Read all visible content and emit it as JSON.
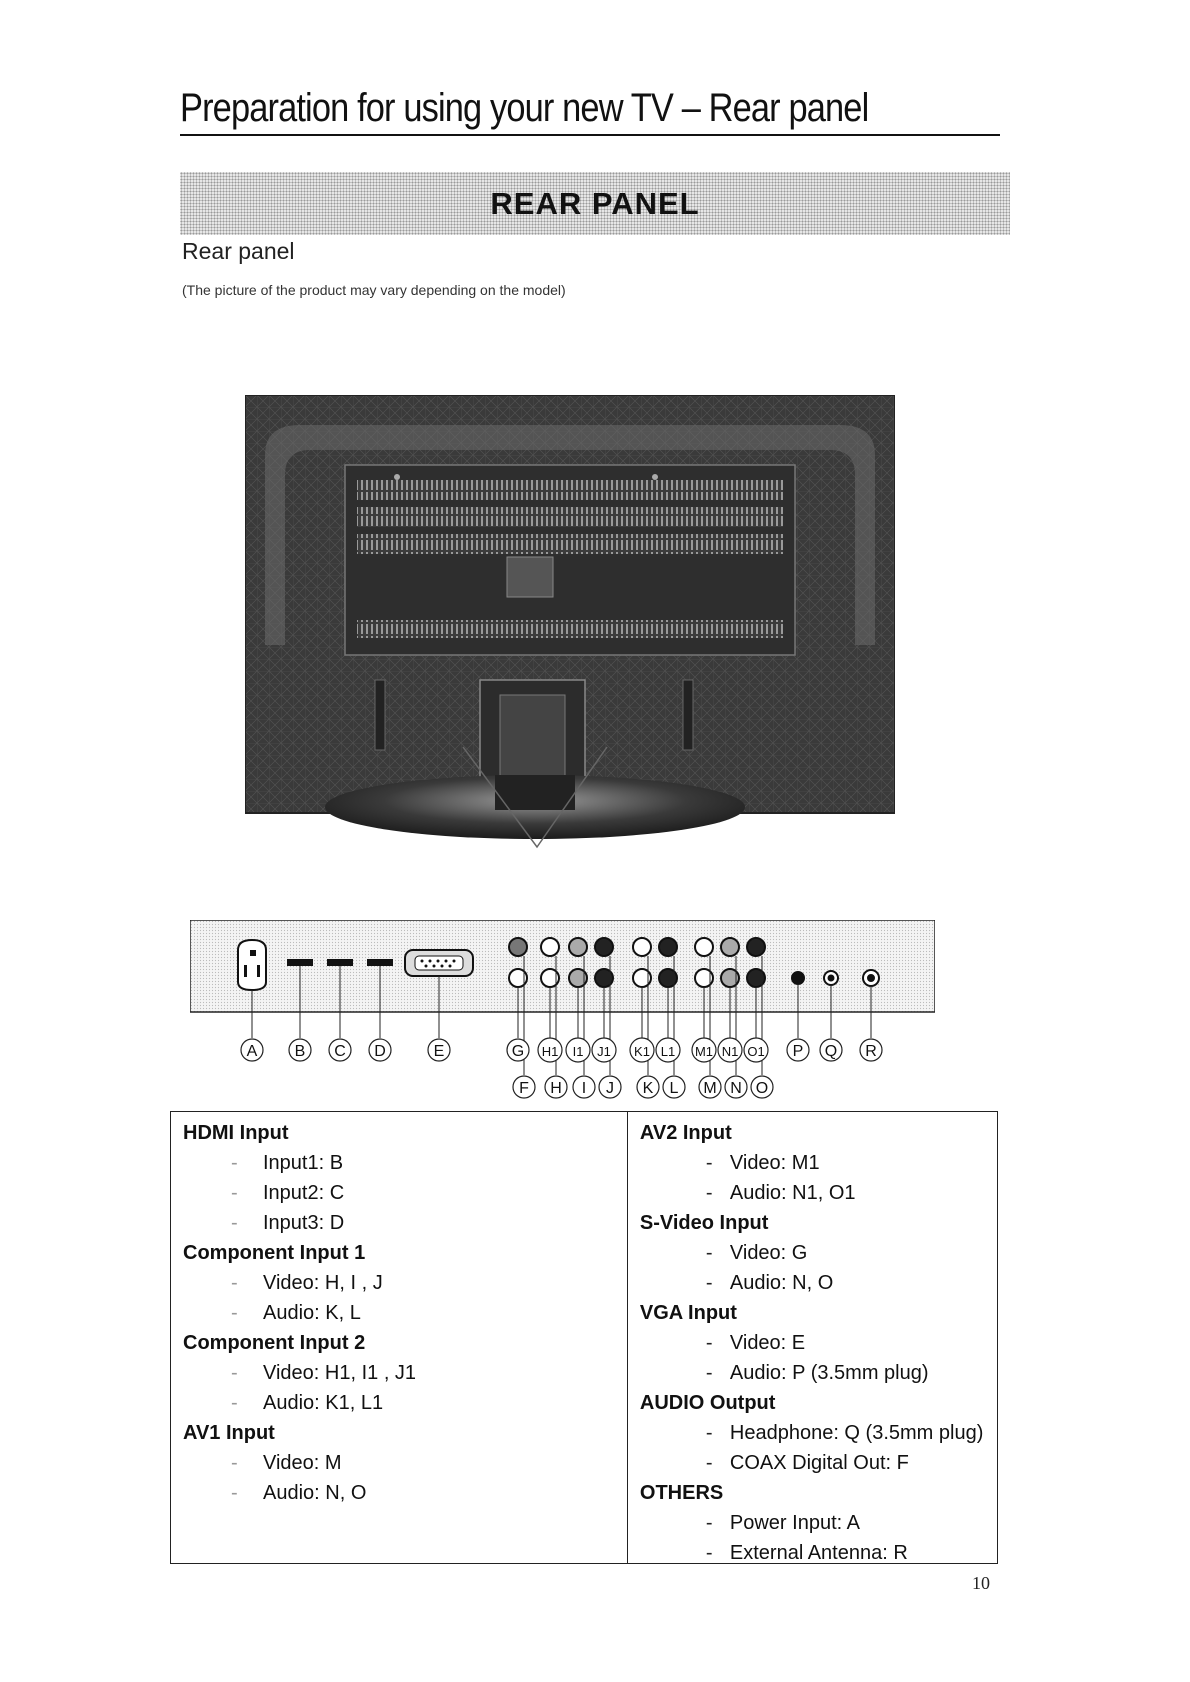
{
  "page": {
    "title": "Preparation for using your new TV – Rear panel",
    "banner": "REAR PANEL",
    "subheading": "Rear panel",
    "caption": "(The picture of the product may vary depending on the model)",
    "page_number": "10"
  },
  "connector_labels": {
    "top_row": [
      "A",
      "B",
      "C",
      "D",
      "E",
      "G",
      "H1",
      "I1",
      "J1",
      "K1",
      "L1",
      "M1",
      "N1",
      "O1",
      "P",
      "Q",
      "R"
    ],
    "bottom_row": [
      "F",
      "H",
      "I",
      "J",
      "K",
      "L",
      "M",
      "N",
      "O"
    ]
  },
  "specs": {
    "left": [
      {
        "title": "HDMI Input",
        "items": [
          "Input1: B",
          "Input2: C",
          "Input3: D"
        ]
      },
      {
        "title": "Component Input 1",
        "items": [
          "Video: H, I , J",
          "Audio: K, L"
        ]
      },
      {
        "title": "Component Input 2",
        "items": [
          "Video: H1, I1 , J1",
          "Audio: K1, L1"
        ]
      },
      {
        "title": "AV1 Input",
        "items": [
          "Video: M",
          "Audio: N, O"
        ]
      }
    ],
    "right": [
      {
        "title": "AV2 Input",
        "items": [
          "Video: M1",
          "Audio: N1, O1"
        ]
      },
      {
        "title": "S-Video Input",
        "items": [
          "Video: G",
          "Audio: N, O"
        ]
      },
      {
        "title": "VGA Input",
        "items": [
          "Video: E",
          "Audio: P (3.5mm plug)"
        ]
      },
      {
        "title": "AUDIO Output",
        "items": [
          "Headphone: Q (3.5mm plug)",
          "COAX Digital Out: F"
        ]
      },
      {
        "title": "OTHERS",
        "items": [
          "Power Input: A",
          "External Antenna: R"
        ]
      }
    ]
  }
}
